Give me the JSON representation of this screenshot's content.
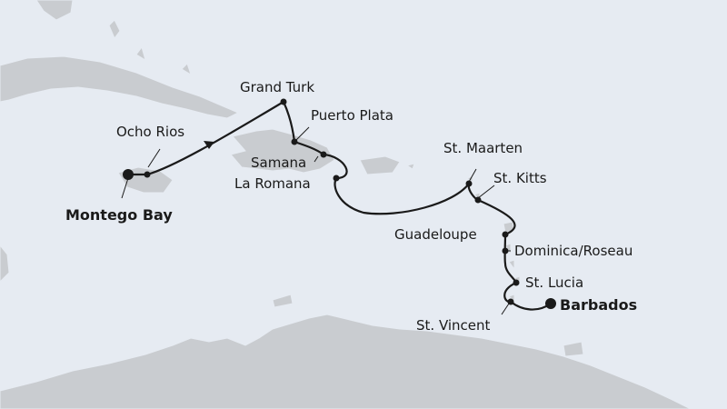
{
  "map": {
    "colors": {
      "sea": "#e6ebf2",
      "land": "#c9ccd0",
      "route": "#1a1a1a",
      "text": "#1a1a1a"
    },
    "ports": [
      {
        "id": "montego-bay",
        "label": "Montego Bay",
        "bold": true
      },
      {
        "id": "ocho-rios",
        "label": "Ocho Rios",
        "bold": false
      },
      {
        "id": "grand-turk",
        "label": "Grand Turk",
        "bold": false
      },
      {
        "id": "puerto-plata",
        "label": "Puerto Plata",
        "bold": false
      },
      {
        "id": "samana",
        "label": "Samana",
        "bold": false
      },
      {
        "id": "la-romana",
        "label": "La Romana",
        "bold": false
      },
      {
        "id": "st-maarten",
        "label": "St. Maarten",
        "bold": false
      },
      {
        "id": "st-kitts",
        "label": "St. Kitts",
        "bold": false
      },
      {
        "id": "guadeloupe",
        "label": "Guadeloupe",
        "bold": false
      },
      {
        "id": "dominica-roseau",
        "label": "Dominica/Roseau",
        "bold": false
      },
      {
        "id": "st-lucia",
        "label": "St. Lucia",
        "bold": false
      },
      {
        "id": "st-vincent",
        "label": "St. Vincent",
        "bold": false
      },
      {
        "id": "barbados",
        "label": "Barbados",
        "bold": true
      }
    ]
  }
}
